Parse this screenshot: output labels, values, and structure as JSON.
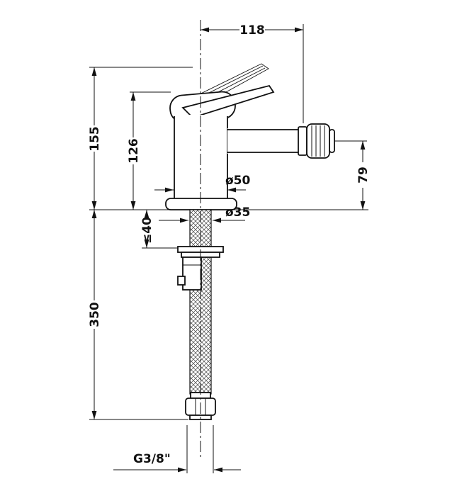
{
  "drawing": {
    "type": "technical-dimension-drawing",
    "subject": "single-lever bidet mixer faucet, front elevation with flexible supply hose",
    "line_color": "#111111",
    "background": "#ffffff",
    "dimensions": {
      "spout_reach": "118",
      "total_height": "155",
      "body_height": "126",
      "outlet_height": "79",
      "base_diameter": "ø50",
      "shank_diameter": "ø35",
      "max_deck_thickness": "≤40",
      "hose_length": "350",
      "connection_thread": "G3/8\""
    }
  }
}
